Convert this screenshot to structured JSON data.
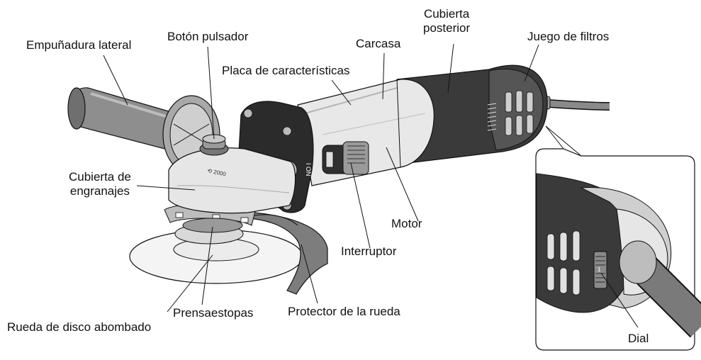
{
  "labels": {
    "side_handle": "Empuñadura lateral",
    "push_button": "Botón pulsador",
    "nameplate": "Placa de características",
    "housing": "Carcasa",
    "rear_cover_line1": "Cubierta",
    "rear_cover_line2": "posterior",
    "filter_set": "Juego de filtros",
    "gear_cover_line1": "Cubierta de",
    "gear_cover_line2": "engranajes",
    "motor": "Motor",
    "switch": "Interruptor",
    "depressed_wheel": "Rueda de disco abombado",
    "clamp_nut": "Prensaestopas",
    "wheel_guard": "Protector de la rueda",
    "dial": "Dial"
  },
  "colors": {
    "line": "#111111",
    "body_light": "#e6e6e6",
    "body_mid": "#c9c9c9",
    "body_dark": "#8a8a8a",
    "body_black": "#2b2b2b"
  }
}
